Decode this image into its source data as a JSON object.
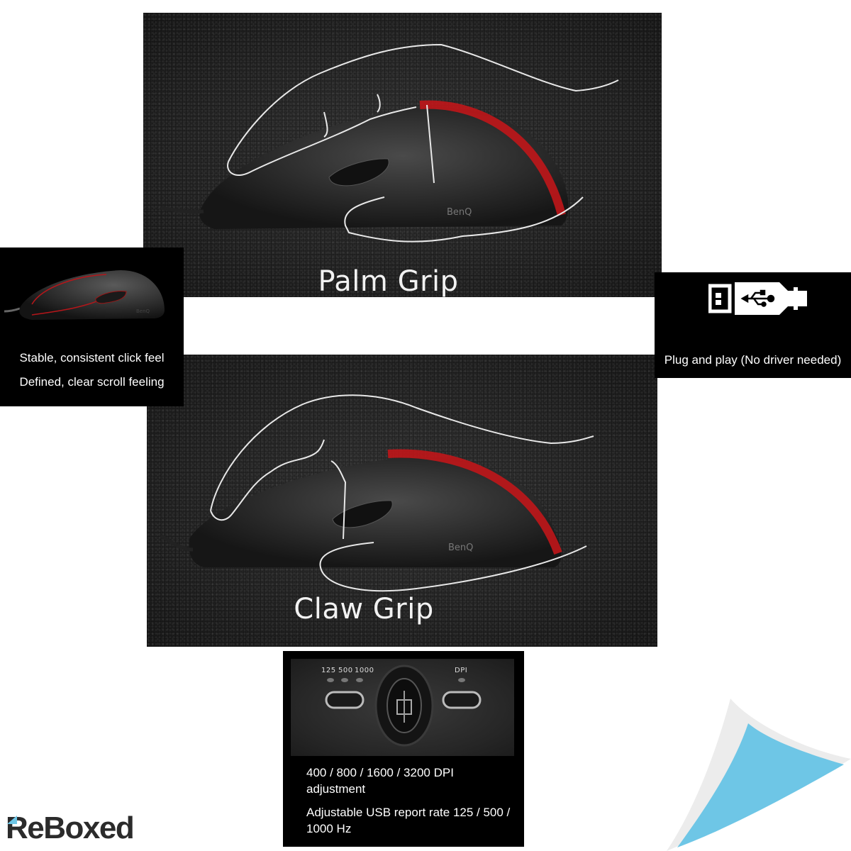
{
  "grips": {
    "palm": {
      "title": "Palm Grip",
      "brand_mark": "BenQ"
    },
    "claw": {
      "title": "Claw Grip",
      "brand_mark": "BenQ"
    }
  },
  "feature_cards": {
    "left": {
      "icon": "mouse-icon",
      "lines": [
        "Stable, consistent click feel",
        "Defined, clear scroll feeling"
      ]
    },
    "right": {
      "icon": "usb-plug-icon",
      "lines": [
        "Plug and play (No driver needed)"
      ]
    },
    "bottom": {
      "photo": {
        "report_rate_labels": [
          "125",
          "500",
          "1000"
        ],
        "dpi_label": "DPI"
      },
      "lines": [
        "400 / 800 / 1600 / 3200 DPI adjustment",
        "Adjustable USB report rate 125 / 500 / 1000 Hz"
      ]
    }
  },
  "branding": {
    "logo_text": "ReBoxed",
    "accent_color": "#6ec6e6",
    "highlight_color": "#c0161a"
  }
}
